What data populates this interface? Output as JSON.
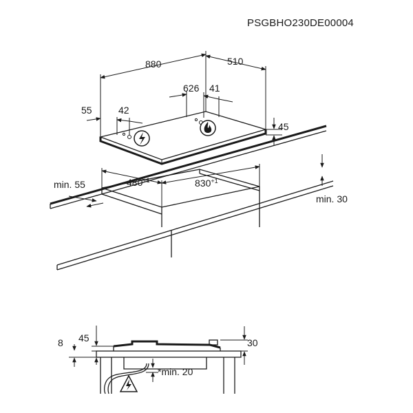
{
  "drawing_code": "PSGBHO230DE00004",
  "top_view": {
    "width_label": "880",
    "depth_label": "510",
    "offset_626": "626",
    "offset_41": "41",
    "offset_55": "55",
    "offset_42": "42",
    "height_45": "45",
    "cutout_depth_label": "480",
    "cutout_depth_tolerance": "+1",
    "cutout_width_label": "830",
    "cutout_width_tolerance": "+1",
    "min_front_label": "min. 55",
    "min_back_label": "min. 30"
  },
  "side_view": {
    "label_8": "8",
    "label_45": "45",
    "label_30": "30",
    "label_min20": "*min. 20"
  },
  "icons": {
    "electric": "electric-warning-icon",
    "gas": "gas-flame-icon",
    "cable_warning": "cable-warning-icon"
  }
}
